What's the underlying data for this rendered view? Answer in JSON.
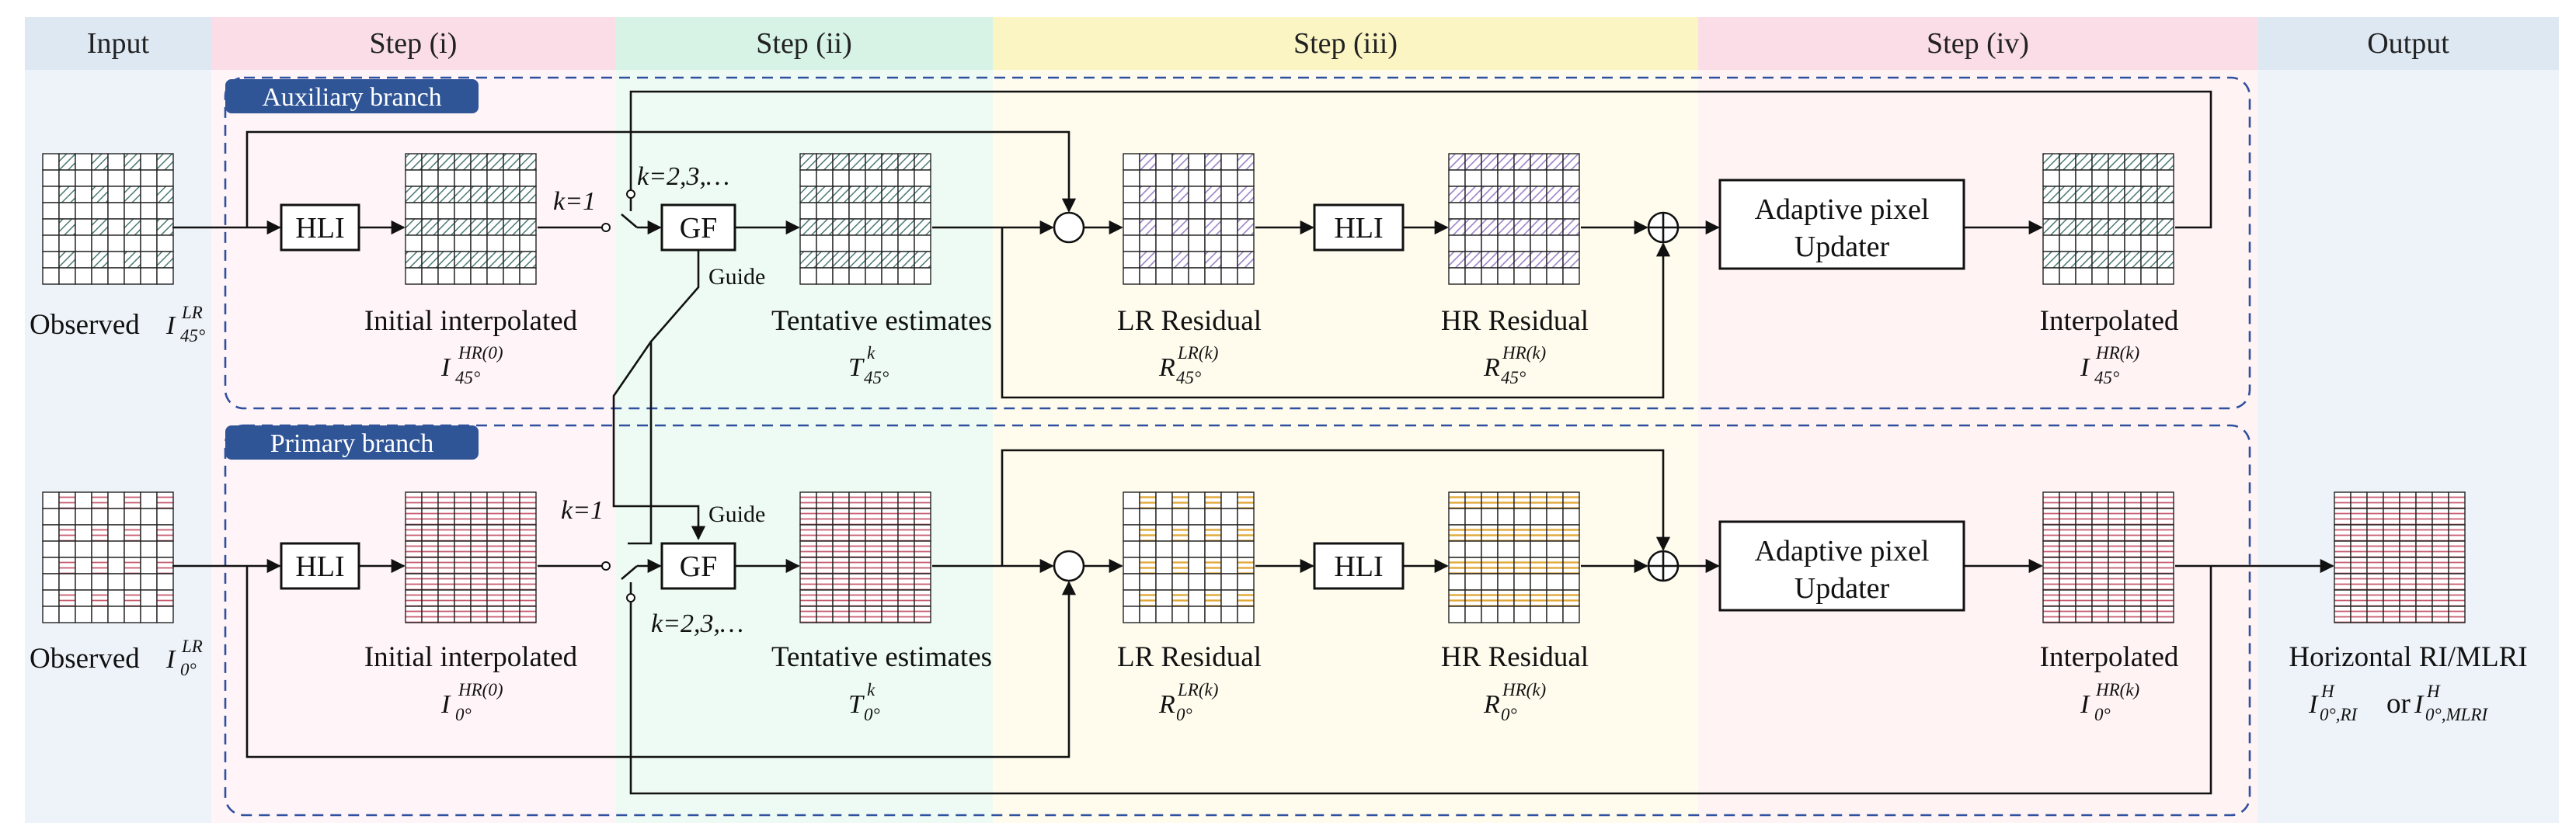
{
  "steps": {
    "input": "Input",
    "s1": "Step (i)",
    "s2": "Step (ii)",
    "s3": "Step (iii)",
    "s4": "Step (iv)",
    "output": "Output"
  },
  "branches": {
    "aux": "Auxiliary branch",
    "pri": "Primary branch"
  },
  "blocks": {
    "hli": "HLI",
    "gf": "GF",
    "apu_l1": "Adaptive pixel",
    "apu_l2": "Updater"
  },
  "labels": {
    "guide": "Guide",
    "k1": "k=1",
    "k23": "k=2,3,…",
    "observed": "Observed",
    "initial": "Initial interpolated",
    "tentative": "Tentative estimates",
    "lr_res": "LR Residual",
    "hr_res": "HR Residual",
    "interp": "Interpolated",
    "out_title": "Horizontal RI/MLRI",
    "or": "or"
  },
  "symbols": {
    "I": "I",
    "T": "T",
    "R": "R",
    "sub45": "45°",
    "sub0": "0°",
    "supLR": "LR",
    "supHR0": "HR(0)",
    "supHRk": "HR(k)",
    "supLRk": "LR(k)",
    "supk": "k",
    "supH": "H",
    "subRI": "0°,RI",
    "subMLRI": "0°,MLRI"
  },
  "colors": {
    "input_band": "#dde8f3",
    "step1_band": "#fadde6",
    "step2_band": "#d6f3e6",
    "step3_band": "#fbf5c4",
    "step4_band": "#fadde6",
    "output_band": "#dde8f3",
    "input_body": "#eef3f9",
    "step1_body": "#fff4f7",
    "step2_body": "#eefbf4",
    "step3_body": "#fffcee",
    "step4_body": "#fff3f4",
    "output_body": "#eef3f9",
    "badge": "#2f5597",
    "dashed": "#2f4f9f",
    "aux_hatch": "#4a7a74",
    "aux_res": "#9b82c9",
    "pri_line": "#c85d72",
    "pri_res": "#e2a93a"
  },
  "icons": {
    "adder": "circle-plus-icon",
    "subtractor": "circle-icon",
    "switch": "switch-icon"
  }
}
